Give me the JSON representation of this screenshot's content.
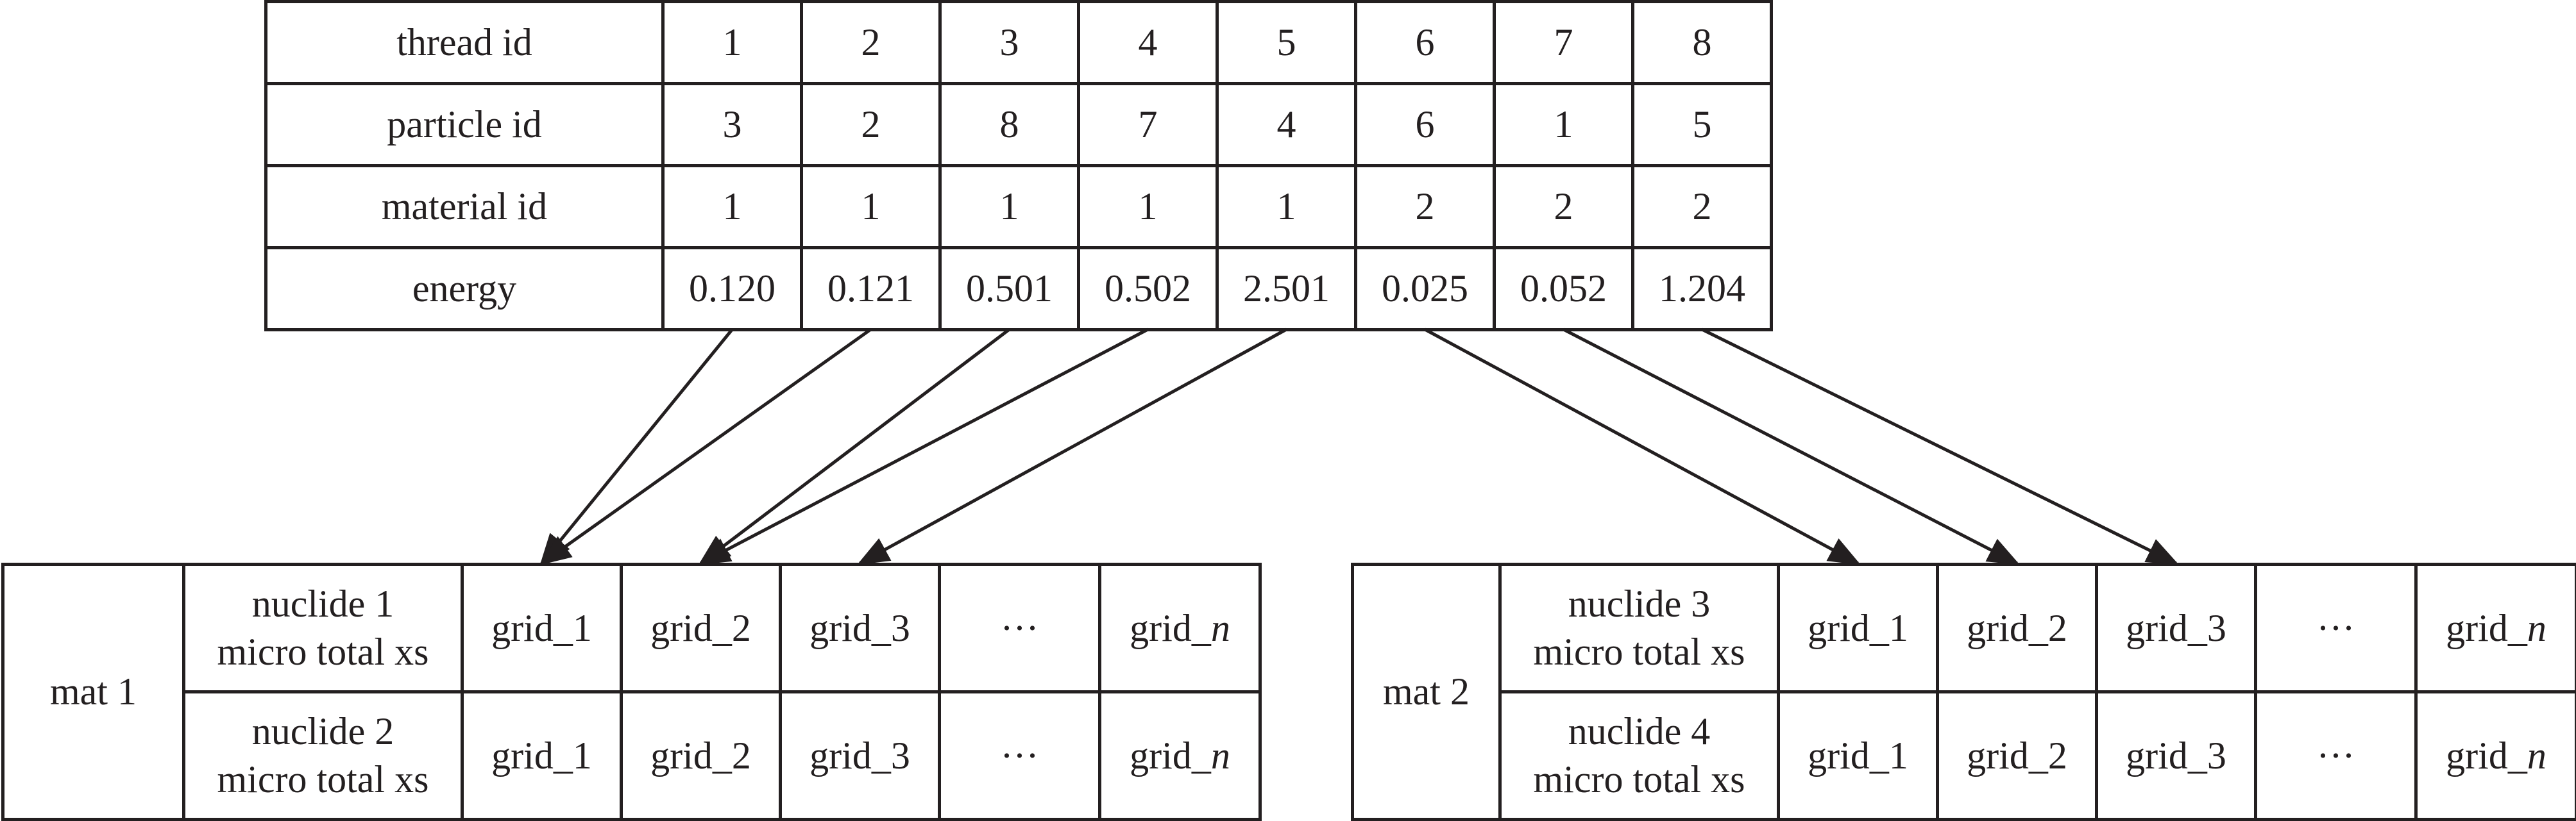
{
  "thread_table": {
    "rows": [
      {
        "label": "thread id",
        "values": [
          "1",
          "2",
          "3",
          "4",
          "5",
          "6",
          "7",
          "8"
        ]
      },
      {
        "label": "particle id",
        "values": [
          "3",
          "2",
          "8",
          "7",
          "4",
          "6",
          "1",
          "5"
        ]
      },
      {
        "label": "material id",
        "values": [
          "1",
          "1",
          "1",
          "1",
          "1",
          "2",
          "2",
          "2"
        ]
      },
      {
        "label": "energy",
        "values": [
          "0.120",
          "0.121",
          "0.501",
          "0.502",
          "2.501",
          "0.025",
          "0.052",
          "1.204"
        ]
      }
    ]
  },
  "materials": [
    {
      "label": "mat 1",
      "nuclides": [
        {
          "line1": "nuclide 1",
          "line2": "micro total xs"
        },
        {
          "line1": "nuclide 2",
          "line2": "micro total xs"
        }
      ]
    },
    {
      "label": "mat 2",
      "nuclides": [
        {
          "line1": "nuclide 3",
          "line2": "micro total xs"
        },
        {
          "line1": "nuclide 4",
          "line2": "micro total xs"
        }
      ]
    }
  ],
  "grid_prefix": "grid_",
  "grid_cells": [
    "1",
    "2",
    "3"
  ],
  "ellipsis": "···",
  "grid_last": "n",
  "arrow_mapping": [
    {
      "thread": 1,
      "target_grid": 1,
      "material": 1
    },
    {
      "thread": 2,
      "target_grid": 1,
      "material": 1
    },
    {
      "thread": 3,
      "target_grid": 2,
      "material": 1
    },
    {
      "thread": 4,
      "target_grid": 2,
      "material": 1
    },
    {
      "thread": 5,
      "target_grid": 3,
      "material": 1
    },
    {
      "thread": 6,
      "target_grid": 1,
      "material": 2
    },
    {
      "thread": 7,
      "target_grid": 2,
      "material": 2
    },
    {
      "thread": 8,
      "target_grid": 3,
      "material": 2
    }
  ],
  "colors": {
    "line": "#231f20",
    "background": "#ffffff"
  }
}
